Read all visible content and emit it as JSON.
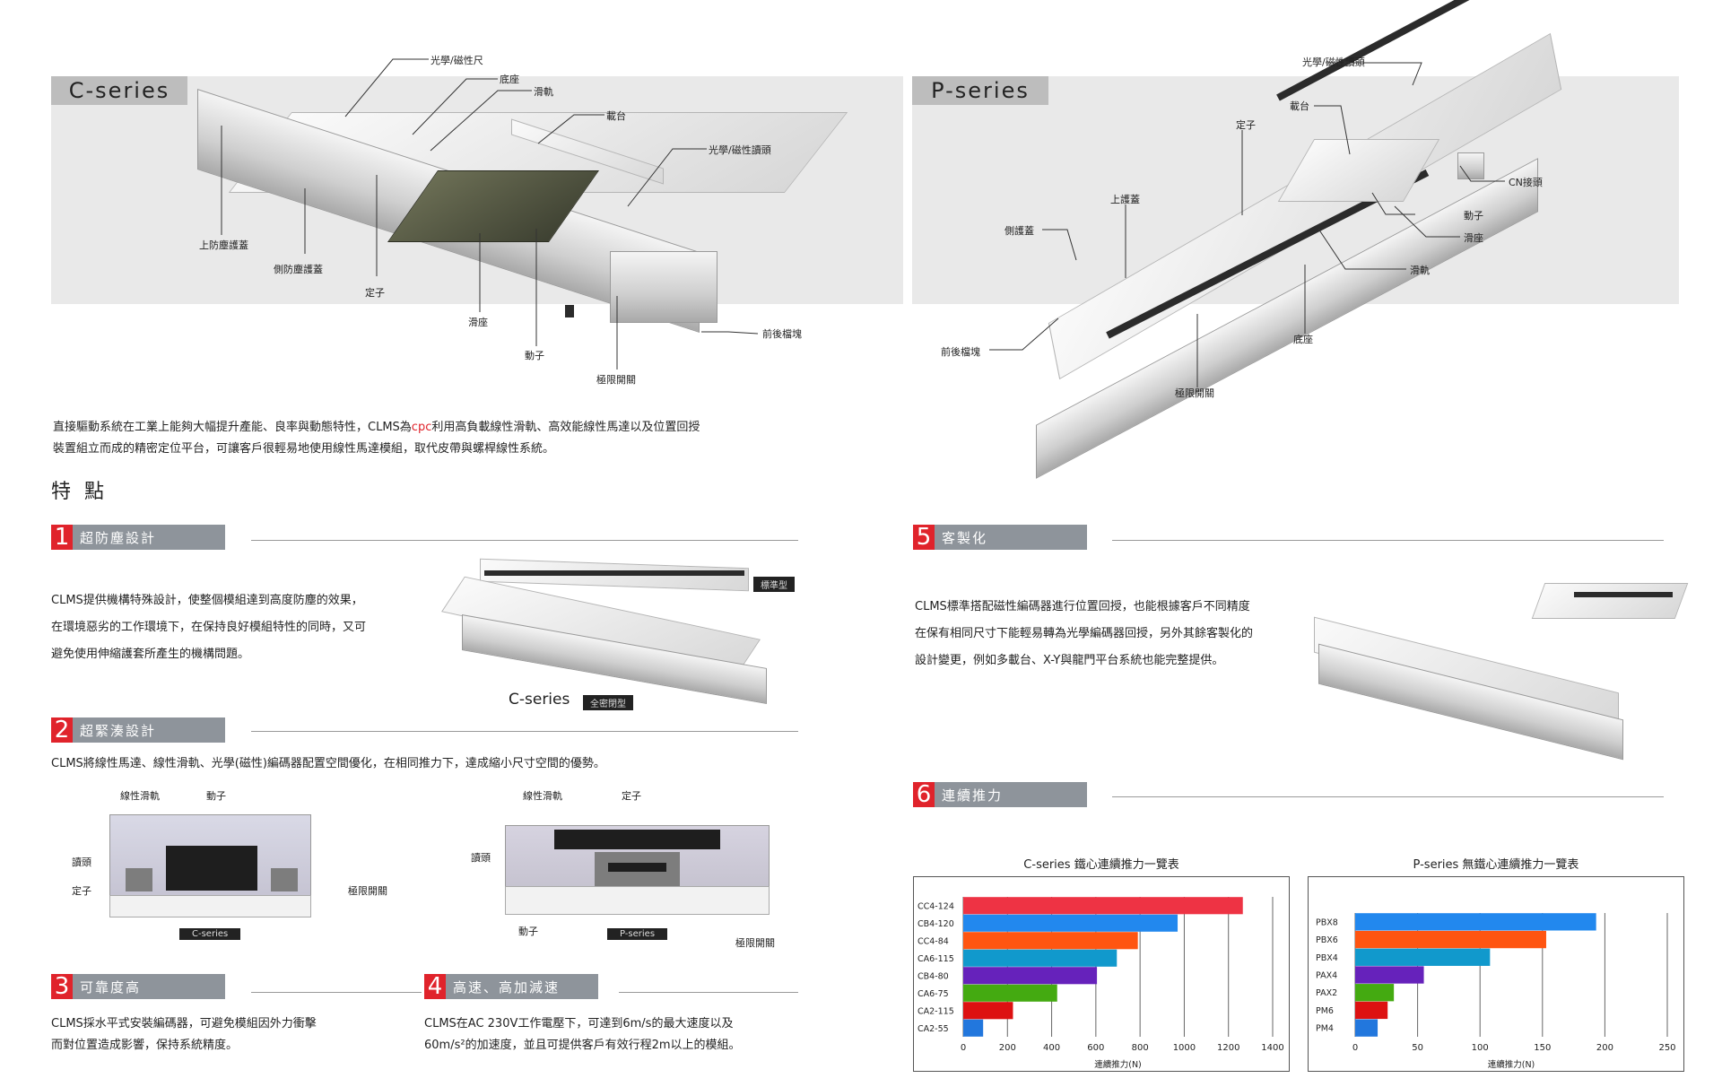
{
  "top": {
    "c_series_tag": "C-series",
    "p_series_tag": "P-series",
    "c_callouts": {
      "scale": "光學/磁性尺",
      "base": "底座",
      "rail": "滑軌",
      "stage": "載台",
      "readhead": "光學/磁性讀頭",
      "top_cover": "上防塵護蓋",
      "side_cover": "側防塵護蓋",
      "stator": "定子",
      "slider": "滑座",
      "mover": "動子",
      "limit": "極限開關",
      "end_stop": "前後檔塊"
    },
    "p_callouts": {
      "readhead": "光學/磁性讀頭",
      "stage": "載台",
      "stator": "定子",
      "cn": "CN接頭",
      "top_cover": "上護蓋",
      "mover": "動子",
      "side_cover": "側護蓋",
      "slider": "滑座",
      "rail": "滑軌",
      "end_stop": "前後檔塊",
      "base": "底座",
      "limit": "極限開關"
    }
  },
  "intro": {
    "line1_a": "直接驅動系統在工業上能夠大幅提升產能、良率與動態特性，CLMS為",
    "line1_brand": "cpc",
    "line1_b": "利用高負載線性滑軌、高效能線性馬達以及位置回授",
    "line2": "裝置組立而成的精密定位平台，可讓客戶很輕易地使用線性馬達模組，取代皮帶與螺桿線性系統。"
  },
  "features_title": "特 點",
  "features": [
    {
      "num": "1",
      "label": "超防塵設計"
    },
    {
      "num": "2",
      "label": "超緊湊設計"
    },
    {
      "num": "3",
      "label": "可靠度高"
    },
    {
      "num": "4",
      "label": "高速、高加減速"
    },
    {
      "num": "5",
      "label": "客製化"
    },
    {
      "num": "6",
      "label": "連續推力"
    }
  ],
  "f1": {
    "lines": [
      "CLMS提供機構特殊設計，使整個模組達到高度防塵的效果，",
      "在環境惡劣的工作環境下，在保持良好模組特性的同時，又可",
      "避免使用伸縮護套所產生的機構問題。"
    ],
    "badge_standard": "標準型",
    "cseries_label": "C-series",
    "badge_sealed": "全密閉型"
  },
  "f2": {
    "text": "CLMS將線性馬達、線性滑軌、光學(磁性)編碼器配置空間優化，在相同推力下，達成縮小尺寸空間的優勢。",
    "c_diagram": {
      "rail": "線性滑軌",
      "mover": "動子",
      "readhead": "讀頭",
      "stator": "定子",
      "limit": "極限開關",
      "tag": "C-series"
    },
    "p_diagram": {
      "rail": "線性滑軌",
      "stator": "定子",
      "readhead": "讀頭",
      "mover": "動子",
      "limit": "極限開關",
      "tag": "P-series"
    }
  },
  "f3": {
    "lines": [
      "CLMS採水平式安裝編碼器，可避免模組因外力衝擊",
      "而對位置造成影響，保持系統精度。"
    ]
  },
  "f4": {
    "lines": [
      "CLMS在AC 230V工作電壓下，可達到6m/s的最大速度以及",
      "60m/s²的加速度，並且可提供客戶有效行程2m以上的模組。"
    ]
  },
  "f5": {
    "lines": [
      "CLMS標準搭配磁性編碼器進行位置回授，也能根據客戶不同精度",
      "在保有相同尺寸下能輕易轉為光學編碼器回授，另外其餘客製化的",
      "設計變更，例如多載台、X-Y與龍門平台系統也能完整提供。"
    ]
  },
  "chart_data": [
    {
      "type": "bar",
      "orientation": "horizontal",
      "title": "C-series 鐵心連續推力一覽表",
      "xlabel": "連續推力(N)",
      "ylabel": "",
      "categories": [
        "CC4-124",
        "CB4-120",
        "CC4-84",
        "CA6-115",
        "CB4-80",
        "CA6-75",
        "CA2-115",
        "CA2-55"
      ],
      "values": [
        1265,
        970,
        790,
        695,
        605,
        425,
        225,
        90
      ],
      "colors": [
        "#ee3344",
        "#2288ee",
        "#ff5511",
        "#1199cc",
        "#6622bb",
        "#44aa11",
        "#dd1111",
        "#2277dd"
      ],
      "xlim": [
        0,
        1400
      ],
      "xticks": [
        0,
        200,
        400,
        600,
        800,
        1000,
        1200,
        1400
      ],
      "grid": true
    },
    {
      "type": "bar",
      "orientation": "horizontal",
      "title": "P-series 無鐵心連續推力一覽表",
      "xlabel": "連續推力(N)",
      "ylabel": "",
      "categories": [
        "PBX8",
        "PBX6",
        "PBX4",
        "PAX4",
        "PAX2",
        "PM6",
        "PM4"
      ],
      "values": [
        193,
        153,
        108,
        55,
        31,
        26,
        18
      ],
      "colors": [
        "#2288ee",
        "#ff5511",
        "#1199cc",
        "#6622bb",
        "#44aa11",
        "#dd1111",
        "#2277dd"
      ],
      "xlim": [
        0,
        250
      ],
      "xticks": [
        0,
        50,
        100,
        150,
        200,
        250
      ],
      "grid": true
    }
  ]
}
